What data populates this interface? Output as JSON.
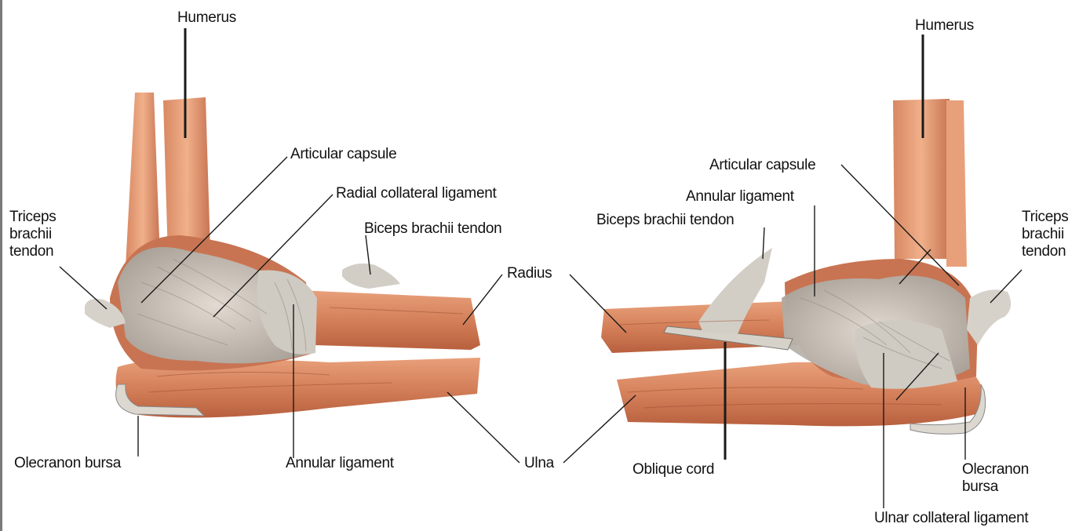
{
  "left_view": {
    "humerus": "Humerus",
    "articular_capsule": "Articular capsule",
    "radial_collateral_ligament": "Radial collateral ligament",
    "biceps_brachii_tendon": "Biceps brachii tendon",
    "triceps_brachii_tendon": "Triceps brachii tendon",
    "radius": "Radius",
    "olecranon_bursa": "Olecranon bursa",
    "annular_ligament": "Annular ligament",
    "ulna": "Ulna"
  },
  "right_view": {
    "humerus": "Humerus",
    "articular_capsule": "Articular capsule",
    "annular_ligament": "Annular ligament",
    "biceps_brachii_tendon": "Biceps brachii tendon",
    "triceps_brachii_tendon": "Triceps brachii tendon",
    "oblique_cord": "Oblique cord",
    "olecranon_bursa": "Olecranon bursa",
    "ulnar_collateral_ligament": "Ulnar collateral ligament"
  },
  "colors": {
    "bone": "#e8a07a",
    "bone_dark": "#c8704e",
    "muscle": "#c86a48",
    "ligament": "#d8d4cc",
    "ligament_shadow": "#a8a49c",
    "leader": "#1a1a1a"
  }
}
